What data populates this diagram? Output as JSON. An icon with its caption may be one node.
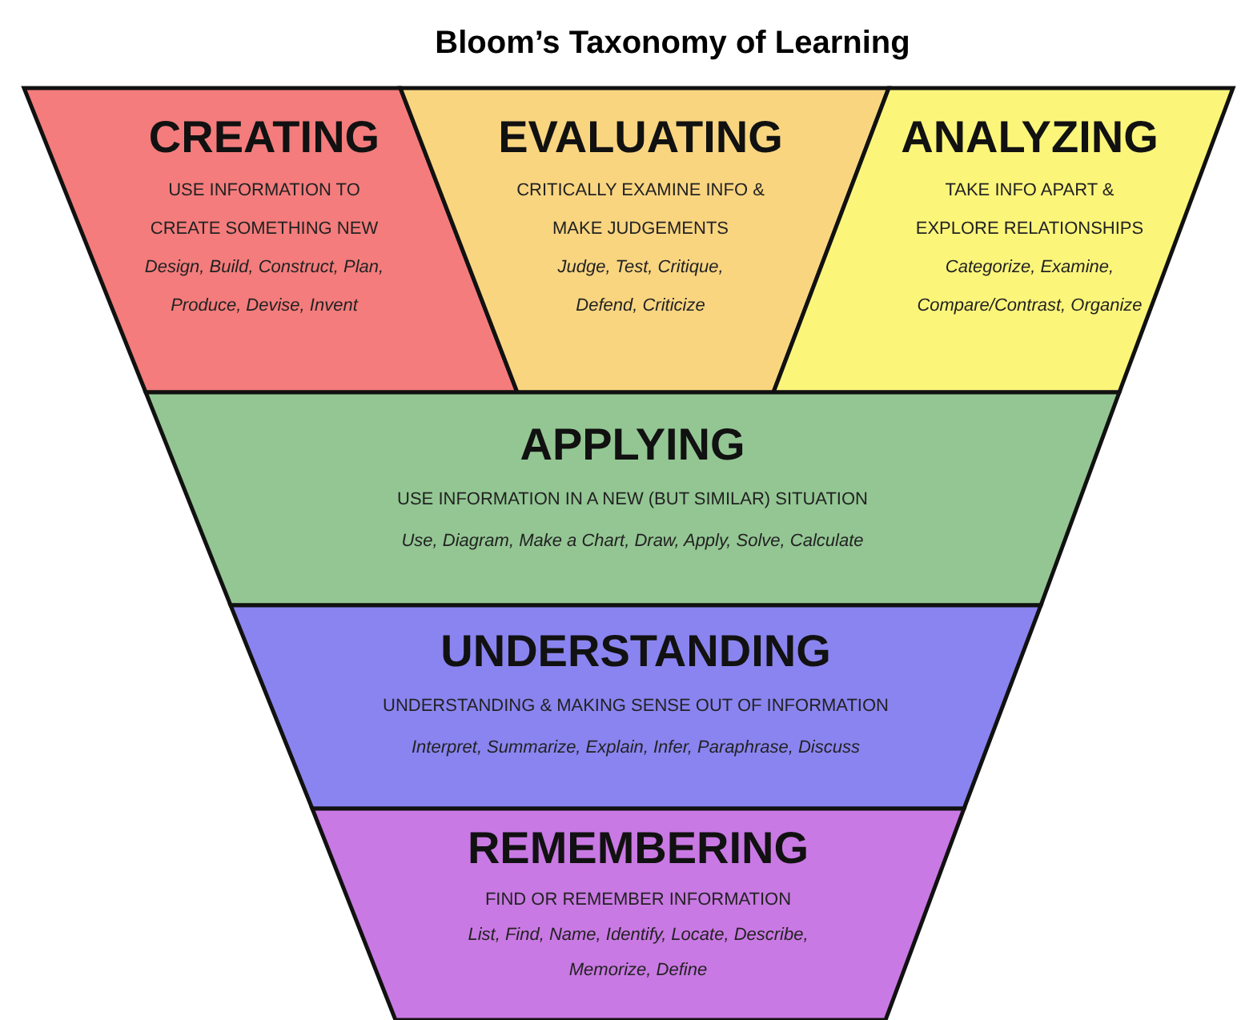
{
  "diagram": {
    "title": "Bloom’s Taxonomy of Learning",
    "nodes": [
      {
        "text": [
          "CREATING",
          "USE INFORMATION TO CREATE SOMETHING NEW",
          "Design, Build, Construct, Plan, Produce, Devise, Invent"
        ]
      },
      {
        "text": [
          "EVALUATING",
          "CRITICALLY EXAMINE INFO & MAKE JUDGEMENTS",
          "Judge, Test, Critique, Defend, Criticize"
        ]
      },
      {
        "text": [
          "ANALYZING",
          "TAKE INFO APART & EXPLORE RELATIONSHIPS",
          "Categorize, Examine, Compare/Contrast, Organize"
        ]
      },
      {
        "text": [
          "APPLYING",
          "USE INFORMATION IN A NEW (BUT SIMILAR) SITUATION",
          "Use, Diagram, Make a Chart, Draw, Apply, Solve, Calculate"
        ]
      },
      {
        "text": [
          "UNDERSTANDING",
          "UNDERSTANDING & MAKING SENSE OUT OF INFORMATION",
          "Interpret, Summarize, Explain, Infer, Paraphrase, Discuss"
        ]
      },
      {
        "text": [
          "REMEMBERING",
          "FIND OR REMEMBER INFORMATION",
          "List, Find, Name, Identify, Locate, Describe, Memorize, Define"
        ]
      }
    ]
  }
}
